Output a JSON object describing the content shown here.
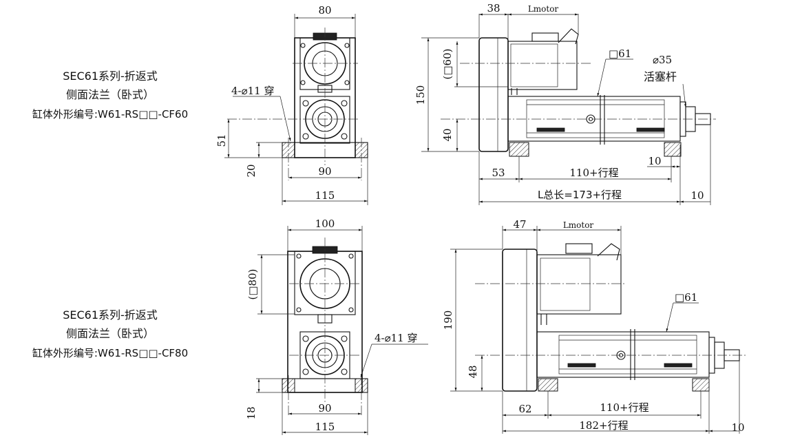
{
  "top": {
    "title_line1": "SEC61系列-折返式",
    "title_line2": "侧面法兰（卧式）",
    "title_line3": "缸体外形编号:W61-RS□□-CF60",
    "front_view": {
      "dim_width_top": "80",
      "dim_hole_spacing": "90",
      "dim_base_width": "115",
      "dim_height_51": "51",
      "dim_height_20": "20",
      "hole_callout": "4-⌀11 穿"
    },
    "side_view": {
      "dim_38": "38",
      "dim_lmotor": "Lmotor",
      "dim_150": "150",
      "dim_motor_sq": "(□60)",
      "dim_40": "40",
      "dim_square_61": "□61",
      "dim_rod_dia": "⌀35",
      "rod_label": "活塞杆",
      "dim_53": "53",
      "dim_stroke": "110+行程",
      "dim_10_upper": "10",
      "dim_total": "L总长=173+行程",
      "dim_10_lower": "10"
    }
  },
  "bottom": {
    "title_line1": "SEC61系列-折返式",
    "title_line2": "侧面法兰（卧式）",
    "title_line3": "缸体外形编号:W61-RS□□-CF80",
    "front_view": {
      "dim_width_top": "100",
      "dim_motor_sq": "(□80)",
      "dim_hole_spacing": "90",
      "dim_base_width": "115",
      "dim_height_18": "18",
      "hole_callout": "4-⌀11 穿"
    },
    "side_view": {
      "dim_47": "47",
      "dim_lmotor": "Lmotor",
      "dim_190": "190",
      "dim_48": "48",
      "dim_square_61": "□61",
      "dim_62": "62",
      "dim_stroke": "110+行程",
      "dim_total": "182+行程",
      "dim_10": "10"
    }
  }
}
